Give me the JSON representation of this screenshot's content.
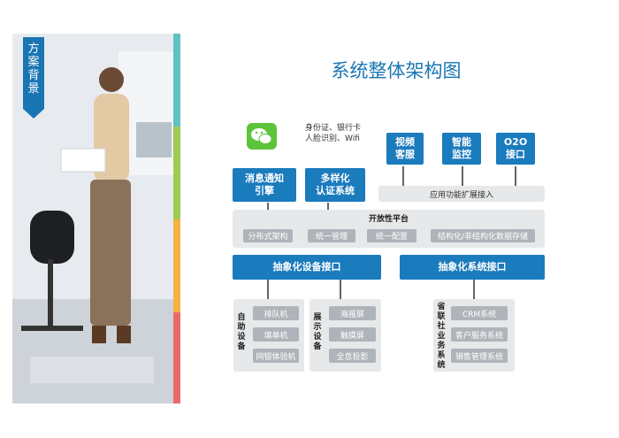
{
  "sidebar": {
    "ribbon_label": "方案背景"
  },
  "title": "系统整体架构图",
  "top_row": {
    "messaging": "消息通知\n引擎",
    "auth_caption": "身份证、银行卡\n人脸识别、Wifi",
    "auth": "多样化\n认证系统",
    "video": "视频\n客服",
    "monitor": "智能\n监控",
    "o2o": "O2O\n接口",
    "app_ext": "应用功能扩展接入"
  },
  "platform": {
    "title": "开放性平台",
    "items": [
      "分布式架构",
      "统一管理",
      "统一配置",
      "结构化/非结构化数据存储"
    ]
  },
  "interfaces": {
    "device": "抽象化设备接口",
    "system": "抽象化系统接口"
  },
  "groups": {
    "self_service": {
      "label": "自助设备",
      "items": [
        "排队机",
        "填单机",
        "网银体验机"
      ]
    },
    "display": {
      "label": "展示设备",
      "items": [
        "海报屏",
        "触摸屏",
        "全息投影"
      ]
    },
    "business": {
      "label": "省联社业务系统",
      "items": [
        "CRM系统",
        "客户服务系统",
        "销售管理系统"
      ]
    }
  },
  "colors": {
    "accent": "#1a7bbd",
    "stripes": [
      "#5fc3c4",
      "#9fcb53",
      "#f3b443",
      "#e86b6b"
    ]
  }
}
